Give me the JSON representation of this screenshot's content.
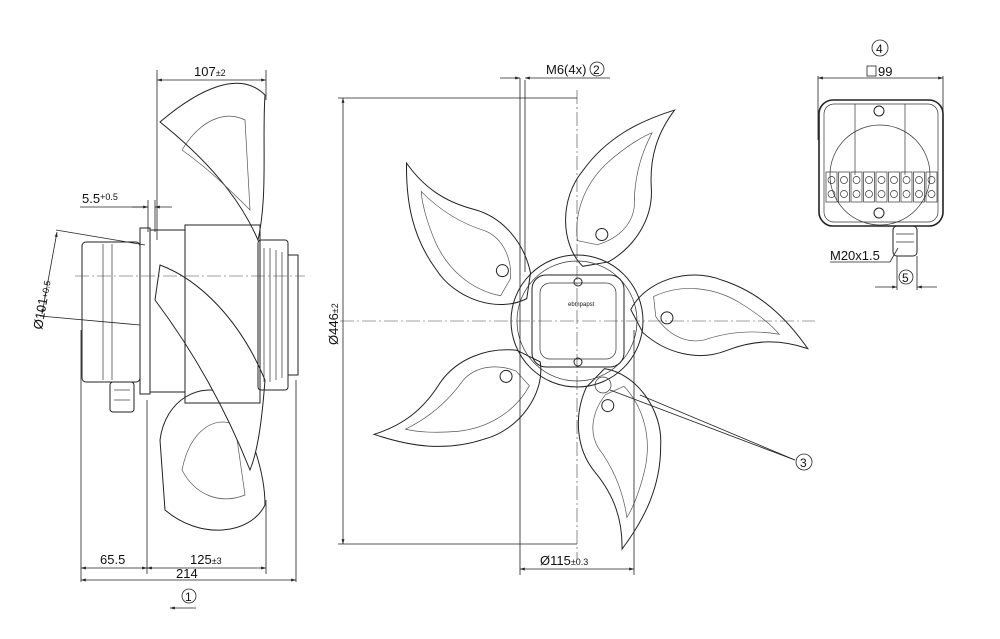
{
  "drawing": {
    "side_view": {
      "dim_top": {
        "value": "107",
        "tol": "±2"
      },
      "dim_flange": {
        "value": "5.5",
        "tol": "+0.5"
      },
      "dim_diameter_motor": {
        "value": "Ø101",
        "tol": "+0.5"
      },
      "dim_bottom_left": {
        "value": "65.5"
      },
      "dim_bottom_right": {
        "value": "125",
        "tol": "±3"
      },
      "dim_total": {
        "value": "214"
      },
      "callout_airflow": "1"
    },
    "front_view": {
      "dim_thread": {
        "value": "M6(4x)",
        "callout": "2"
      },
      "dim_fan_diameter": {
        "value": "Ø446",
        "tol": "±2"
      },
      "dim_hub_diameter": {
        "value": "Ø115",
        "tol": "±0.3"
      },
      "callout_parts": "3",
      "hub_brand": "ebmpapst"
    },
    "terminal_box": {
      "callout": "4",
      "dim_square": "99",
      "cable_gland": "M20x1.5",
      "callout_gland": "5"
    }
  }
}
